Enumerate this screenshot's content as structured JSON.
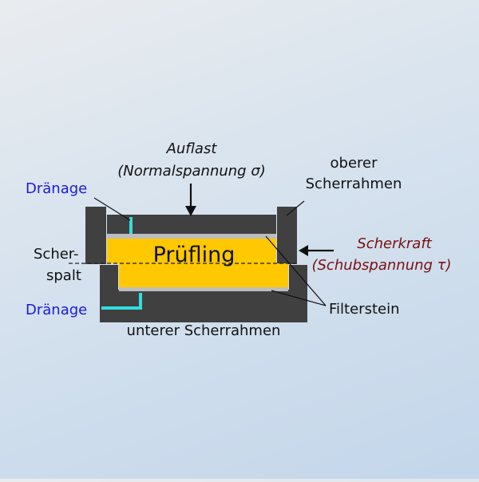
{
  "labels": {
    "load_line1": "Auflast",
    "load_line2": "(Normalspannung σ)",
    "upper_frame_line1": "oberer",
    "upper_frame_line2": "Scherrahmen",
    "drainage_top": "Dränage",
    "drainage_bottom": "Dränage",
    "shear_gap_line1": "Scher-",
    "shear_gap_line2": "spalt",
    "specimen": "Prüfling",
    "shear_force_line1": "Scherkraft",
    "shear_force_line2": "(Schubspannung τ)",
    "filter_stone": "Filterstein",
    "lower_frame": "unterer Scherrahmen"
  },
  "colors": {
    "frame": "#404040",
    "specimen": "#ffc800",
    "filter_stone": "#bdbdbd",
    "drainage": "#33dddd",
    "drainage_label": "#1a1adb",
    "shear_force_label": "#7a1010",
    "text": "#111111"
  }
}
